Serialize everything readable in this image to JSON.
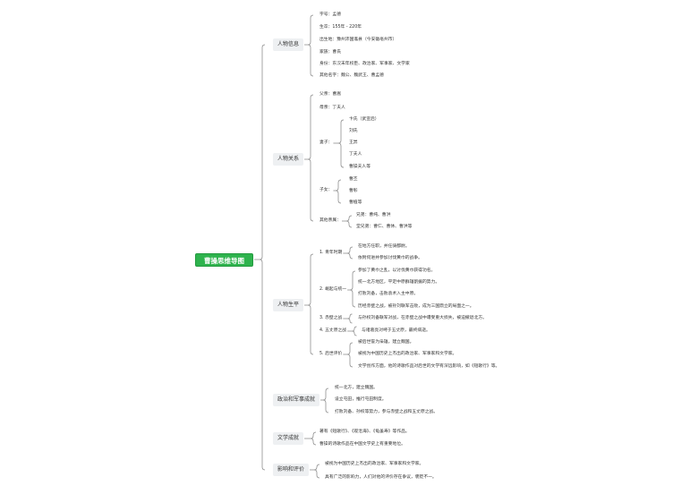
{
  "title": "曹操思维导图",
  "colors": {
    "root_bg": "#2eb34d",
    "node_bg": "#eef0f2",
    "line": "#808080",
    "text": "#333333"
  },
  "branches": [
    {
      "label": "人物信息",
      "items": [
        "字号：孟德",
        "生卒：155年 - 220年",
        "出生地：豫州沛国谯县（今安徽亳州市）",
        "家族：曹氏",
        "身份：东汉末年权臣、政治家、军事家、文学家",
        "其他名字：魏公、魏武王、曹孟德"
      ]
    },
    {
      "label": "人物关系",
      "items": [
        {
          "label": "父亲：曹嵩"
        },
        {
          "label": "母亲：丁夫人"
        },
        {
          "label": "妻子：",
          "items": [
            "卞氏（武宣后）",
            "刘氏",
            "王异",
            "丁夫人",
            "曹操夫人等"
          ]
        },
        {
          "label": "子女：",
          "items": [
            "曹丕",
            "曹彰",
            "曹植等"
          ]
        },
        {
          "label": "其他亲属：",
          "items": [
            "兄弟：曹纯、曹洪",
            "堂兄弟：曹仁、曹休、曹洪等"
          ]
        }
      ]
    },
    {
      "label": "人物生平",
      "items": [
        {
          "label": "1. 青年时期",
          "items": [
            "在地方任职，并任骑都尉。",
            "依附何进并参加讨伐黄巾的战争。"
          ]
        },
        {
          "label": "2. 崛起与统一",
          "items": [
            "参加了黄巾之乱，以讨伐黄巾获得功名。",
            "统一北方地区，平定中原群雄割据的势力。",
            "打败刘备，击败袁术入主中原。",
            "历经赤壁之战，被孙刘联军击败，成为三国鼎立的局面之一。"
          ]
        },
        {
          "label": "3. 赤壁之战",
          "items": [
            "与孙权刘备联军对战，在赤壁之战中遭受重大损失，被迫撤退北方。"
          ]
        },
        {
          "label": "4. 五丈原之战",
          "items": [
            "与诸葛亮对峙于五丈原，最终病逝。"
          ]
        },
        {
          "label": "5. 后世评价",
          "items": [
            "被后世誉为枭雄，建立魏国。",
            "被视为中国历史上杰出的政治家、军事家和文学家。",
            "文学创作方面，他的诗歌作品对后世的文学有深远影响，如《短歌行》等。"
          ]
        }
      ]
    },
    {
      "label": "政治和军事成就",
      "items": [
        "统一北方，建立魏国。",
        "设立屯田，推行屯田制度。",
        "打败刘备、孙权等势力，参与赤壁之战和五丈原之战。"
      ]
    },
    {
      "label": "文学成就",
      "items": [
        "著有《短歌行》、《观沧海》、《龟虽寿》等作品。",
        "曹操的诗歌作品在中国文学史上有重要地位。"
      ]
    },
    {
      "label": "影响和评价",
      "items": [
        "被视为中国历史上杰出的政治家、军事家和文学家。",
        "具有广泛的影响力，人们对他的评价存在争议，褒贬不一。"
      ]
    }
  ]
}
